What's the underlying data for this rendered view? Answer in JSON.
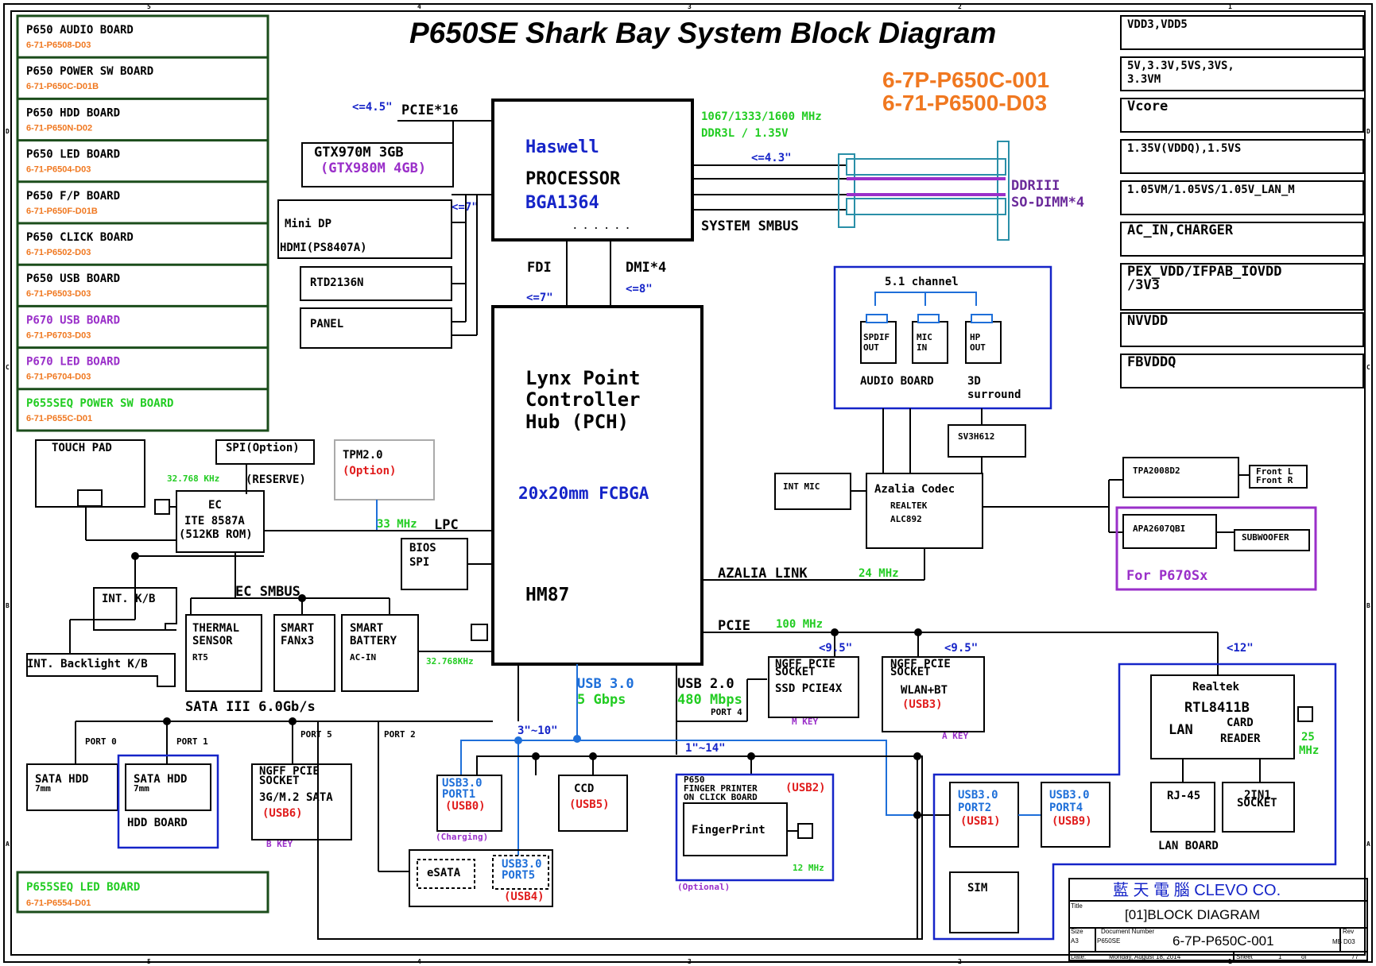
{
  "title": "P650SE Shark Bay System Block Diagram",
  "part_numbers": [
    "6-7P-P650C-001",
    "6-71-P6500-D03"
  ],
  "colors": {
    "orange": "#f07820",
    "green": "#22cc22",
    "purple": "#9a2fc9",
    "blue": "#1e6fd9",
    "red": "#e01b1b",
    "navy": "#1524c8",
    "green_border": "#1b4d1b"
  },
  "boards": [
    {
      "name": "P650 AUDIO BOARD",
      "code": "6-71-P6508-D03"
    },
    {
      "name": "P650 POWER SW BOARD",
      "code": "6-71-P650C-D01B"
    },
    {
      "name": "P650 HDD BOARD",
      "code": "6-71-P650N-D02"
    },
    {
      "name": "P650 LED BOARD",
      "code": "6-71-P6504-D03"
    },
    {
      "name": "P650 F/P BOARD",
      "code": "6-71-P650F-D01B"
    },
    {
      "name": "P650 CLICK BOARD",
      "code": "6-71-P6502-D03"
    },
    {
      "name": "P650 USB BOARD",
      "code": "6-71-P6503-D03"
    },
    {
      "name": "P670 USB BOARD",
      "code": "6-71-P6703-D03"
    },
    {
      "name": "P670 LED BOARD",
      "code": "6-71-P6704-D03"
    },
    {
      "name": "P655SEQ POWER SW BOARD",
      "code": "6-71-P655C-D01"
    }
  ],
  "led_board": {
    "name": "P655SEQ LED BOARD",
    "code": "6-71-P6554-D01"
  },
  "power_rails": [
    "VDD3,VDD5",
    "5V,3.3V,5VS,3VS,",
    "3.3VM",
    "Vcore",
    "1.35V(VDDQ),1.5VS",
    "1.05VM/1.05VS/1.05V_LAN_M",
    "AC_IN,CHARGER",
    "PEX_VDD/IFPAB_IOVDD",
    "/3V3",
    "NVVDD",
    "FBVDDQ"
  ],
  "cpu": {
    "line1": "Haswell",
    "line2": "PROCESSOR",
    "line3": "BGA1364",
    "dots": ". . . . . ."
  },
  "pch": {
    "line1": "Lynx Point",
    "line2": "Controller",
    "line3": "Hub  (PCH)",
    "pkg": "20x20mm  FCBGA",
    "chip": "HM87"
  },
  "gpu": {
    "main": "GTX970M  3GB",
    "alt": "(GTX980M  4GB)"
  },
  "pcie16": {
    "len": "<=4.5\"",
    "label": "PCIE*16"
  },
  "display": {
    "minidp": "Mini DP",
    "hdmi": "HDMI(PS8407A)",
    "rtd": "RTD2136N",
    "panel": "PANEL",
    "len": "<=7\""
  },
  "memory": {
    "speed": "1067/1333/1600 MHz",
    "type": "DDR3L / 1.35V",
    "len": "<=4.3\"",
    "dimm1": "DDRIII",
    "dimm2": "SO-DIMM*4",
    "smbus": "SYSTEM SMBUS"
  },
  "links": {
    "fdi": "FDI",
    "fdi_len": "<=7\"",
    "dmi": "DMI*4",
    "dmi_len": "<=8\""
  },
  "audio": {
    "channel": "5.1 channel",
    "spdif1": "SPDIF",
    "spdif2": "OUT",
    "mic1": "MIC",
    "mic2": "IN",
    "hp1": "HP",
    "hp2": "OUT",
    "board": "AUDIO BOARD",
    "surround1": "3D",
    "surround2": "surround",
    "sv": "SV3H612"
  },
  "codec": {
    "l1": "Azalia Codec",
    "l2": "REALTEK",
    "l3": "ALC892",
    "intmic": "INT MIC",
    "link": "AZALIA LINK",
    "freq": "24 MHz"
  },
  "amp": {
    "tpa": "TPA2008D2",
    "front_l": "Front L",
    "front_r": "Front R",
    "apa": "APA2607QBI",
    "sub": "SUBWOOFER",
    "for": "For P670Sx"
  },
  "ec": {
    "l1": "EC",
    "l2": "ITE 8587A",
    "l3": "(512KB ROM)",
    "clk": "32.768 KHz",
    "touchpad": "TOUCH PAD",
    "spi": "SPI(Option)",
    "reserve": "(RESERVE)",
    "tpm1": "TPM2.0",
    "tpm2": "(Option)",
    "lpc_freq": "33 MHz",
    "lpc": "LPC",
    "bios1": "BIOS",
    "bios2": "SPI",
    "intkb": "INT. K/B",
    "smbus": "EC SMBUS",
    "backlight": "INT. Backlight K/B"
  },
  "ec_devices": [
    {
      "l1": "THERMAL",
      "l2": "SENSOR",
      "l3": "RT5"
    },
    {
      "l1": "SMART",
      "l2": "FANx3",
      "l3": ""
    },
    {
      "l1": "SMART",
      "l2": "BATTERY",
      "l3": "AC-IN"
    }
  ],
  "pch_clk": "32.768KHz",
  "sata": {
    "label": "SATA III  6.0Gb/s",
    "p0": "PORT 0",
    "p1": "PORT 1",
    "p5": "PORT 5",
    "p2": "PORT 2",
    "hdd": "SATA  HDD",
    "mm": "7mm",
    "hdd_board": "HDD BOARD",
    "ngff1": "NGFF PCIE",
    "ngff2": "SOCKET",
    "ngff3": "3G/M.2 SATA",
    "ngff4": "(USB6)",
    "bkey": "B KEY"
  },
  "usb3": {
    "label": "USB 3.0",
    "speed": "5 Gbps",
    "len": "3\"~10\""
  },
  "usb2": {
    "label": "USB 2.0",
    "speed": "480 Mbps",
    "port": "PORT 4",
    "len": "1\"~14\""
  },
  "pcie": {
    "label": "PCIE",
    "freq": "100 MHz",
    "len1": "<9.5\"",
    "len2": "<9.5\"",
    "len3": "<12\""
  },
  "ssd": {
    "l1": "NGFF PCIE",
    "l2": "SOCKET",
    "l3": "SSD PCIE4X",
    "key": "M KEY"
  },
  "wlan": {
    "l1": "NGFF PCIE",
    "l2": "SOCKET",
    "l3": "WLAN+BT",
    "l4": "(USB3)",
    "key": "A KEY"
  },
  "usb_ports": {
    "p1a": "USB3.0",
    "p1b": "PORT1",
    "p1c": "(USB0)",
    "charging": "(Charging)",
    "ccd": "CCD",
    "ccd2": "(USB5)",
    "esata": "eSATA",
    "p5a": "USB3.0",
    "p5b": "PORT5",
    "p5c": "(USB4)",
    "p2a": "USB3.0",
    "p2b": "PORT2",
    "p2c": "(USB1)",
    "p4a": "USB3.0",
    "p4b": "PORT4",
    "p4c": "(USB9)"
  },
  "finger": {
    "l1": "P650",
    "l2": "FINGER PRINTER",
    "l3": "ON CLICK BOARD",
    "usb": "(USB2)",
    "fp": "FingerPrint",
    "freq": "12 MHz",
    "opt": "(Optional)"
  },
  "lan": {
    "l1": "Realtek",
    "l2": "RTL8411B",
    "lan": "LAN",
    "card1": "CARD",
    "card2": "READER",
    "freq1": "25",
    "freq2": "MHz",
    "rj": "RJ-45",
    "s1": "2IN1",
    "s2": "SOCKET",
    "board": "LAN BOARD",
    "sim": "SIM"
  },
  "titleblock": {
    "company": "藍 天 電 腦  CLEVO CO.",
    "title_lbl": "Title",
    "title": "[01]BLOCK DIAGRAM",
    "size_lbl": "Size",
    "size": "A3",
    "docnum_lbl": "Document Number",
    "model": "P650SE",
    "docnum": "6-7P-P650C-001",
    "rev_lbl": "Rev",
    "rev": "D03",
    "mb": "MB",
    "date_lbl": "Date:",
    "date": "Monday, August 18, 2014",
    "sheet_lbl": "Sheet",
    "sheet": "1",
    "of": "of",
    "total": "77"
  },
  "border": {
    "cols": [
      "5",
      "4",
      "3",
      "2",
      "1"
    ],
    "rows": [
      "D",
      "C",
      "B",
      "A"
    ]
  }
}
